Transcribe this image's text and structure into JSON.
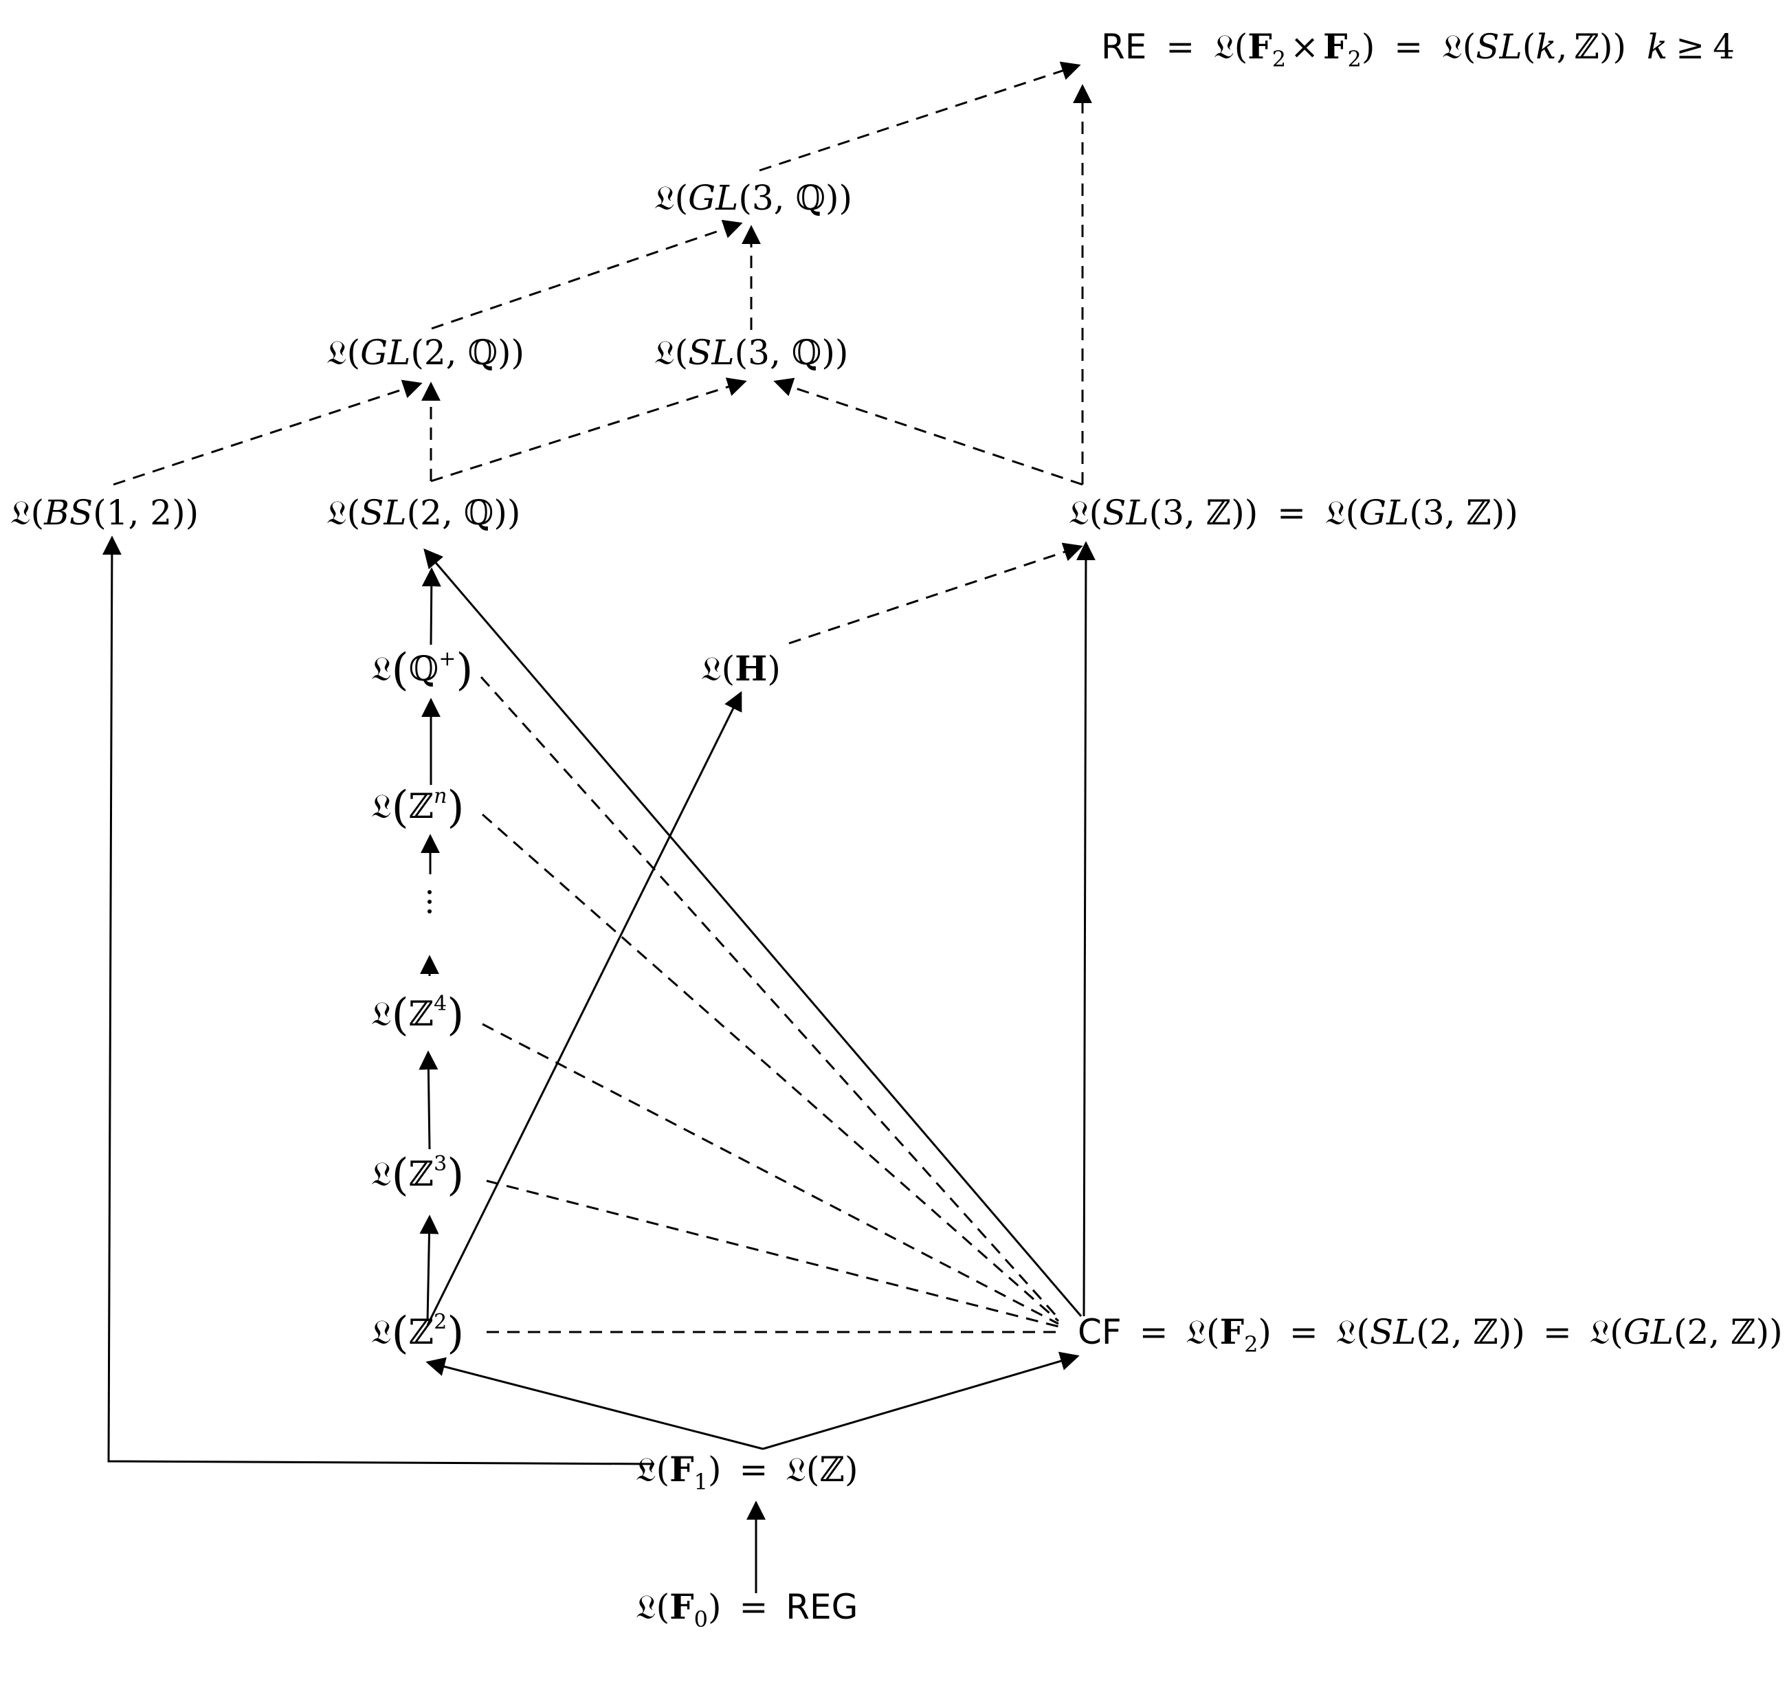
{
  "symbols": {
    "L": "𝔏",
    "Z": "ℤ",
    "Q": "ℚ",
    "times": "×",
    "geq": "≥",
    "eq": "=",
    "vdots": "⋮"
  },
  "nodes": {
    "re": {
      "prefix": "RE",
      "f": "F",
      "sub": "2",
      "tail": "))",
      "sl": "SL",
      "k": "k",
      "cond_k": "k",
      "cond_val": "4",
      "comma": ","
    },
    "gl3q": {
      "gl": "GL",
      "args": "(3, ",
      "close": "))"
    },
    "gl2q": {
      "gl": "GL",
      "args": "(2, ",
      "close": "))"
    },
    "sl3q": {
      "sl": "SL",
      "args": "(3, ",
      "close": "))"
    },
    "bs12": {
      "bs": "BS",
      "args": "(1, 2))"
    },
    "sl2q": {
      "sl": "SL",
      "args": "(2, ",
      "close": "))"
    },
    "sl3z": {
      "sl": "SL",
      "gl": "GL",
      "args": "(3, ",
      "close": "))"
    },
    "qplus": {
      "sup": "+"
    },
    "h": {
      "letter": "H"
    },
    "zn": {
      "sup": "n"
    },
    "z4": {
      "sup": "4"
    },
    "z3": {
      "sup": "3"
    },
    "z2": {
      "sup": "2"
    },
    "cf": {
      "prefix": "CF",
      "f": "F",
      "sub": "2",
      "sl": "SL",
      "gl": "GL",
      "args": "(2, ",
      "close": "))"
    },
    "f1": {
      "f": "F",
      "sub": "1"
    },
    "f0": {
      "f": "F",
      "sub": "0",
      "suffix": "REG"
    }
  },
  "colors": {
    "ink": "#000000",
    "background": "#ffffff"
  }
}
